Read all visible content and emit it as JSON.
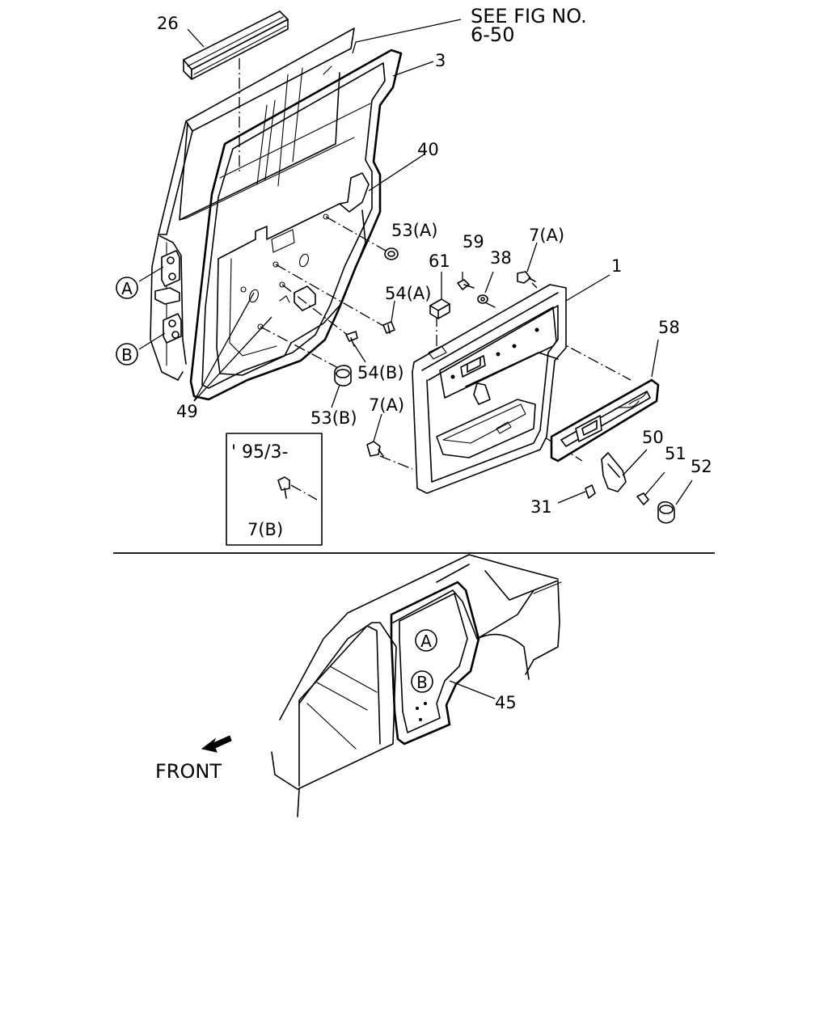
{
  "see_fig": {
    "line1": "SEE FIG NO.",
    "line2": "6-50"
  },
  "inset_date": "' 95/3-",
  "front_label": "FRONT",
  "callouts": {
    "c26": "26",
    "c3": "3",
    "c40": "40",
    "c53a": "53(A)",
    "c59": "59",
    "c7a_top": "7(A)",
    "c61": "61",
    "c38": "38",
    "c1": "1",
    "c54a": "54(A)",
    "c58": "58",
    "c54b": "54(B)",
    "c49": "49",
    "c53b": "53(B)",
    "c7a_mid": "7(A)",
    "c50": "50",
    "c51": "51",
    "c52": "52",
    "c31": "31",
    "c7b": "7(B)",
    "c45": "45"
  },
  "markers": {
    "a_top": "A",
    "b_top": "B",
    "a_bottom": "A",
    "b_bottom": "B"
  }
}
